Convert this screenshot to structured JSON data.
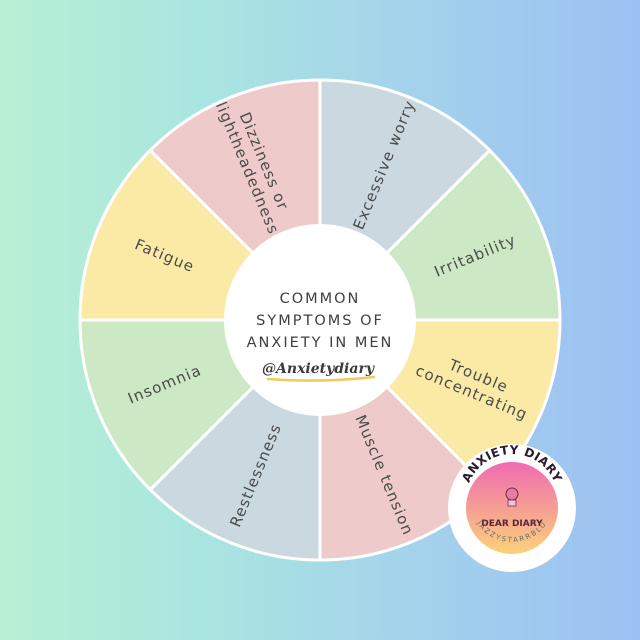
{
  "wheel": {
    "segments": [
      {
        "label": [
          "Excessive worry"
        ],
        "color": "#c9d9df"
      },
      {
        "label": [
          "Irritability"
        ],
        "color": "#cce8c4"
      },
      {
        "label": [
          "Trouble",
          "concentrating"
        ],
        "color": "#fbe9a6"
      },
      {
        "label": [
          "Muscle tension"
        ],
        "color": "#eecbca"
      },
      {
        "label": [
          "Restlessness"
        ],
        "color": "#c9d9df"
      },
      {
        "label": [
          "Insomnia"
        ],
        "color": "#cce8c4"
      },
      {
        "label": [
          "Fatigue"
        ],
        "color": "#fbe9a6"
      },
      {
        "label": [
          "Dizziness or",
          "lightheadedness"
        ],
        "color": "#eecbca"
      }
    ]
  },
  "center": {
    "title_lines": [
      "COMMON",
      "SYMPTOMS OF",
      "ANXIETY IN MEN"
    ],
    "handle": "@Anxietydiary"
  },
  "badge": {
    "title": "ANXIETY DIARY",
    "subtitle": "DEAR DIARY",
    "bottom": "JAZZYSTARRBLU"
  }
}
